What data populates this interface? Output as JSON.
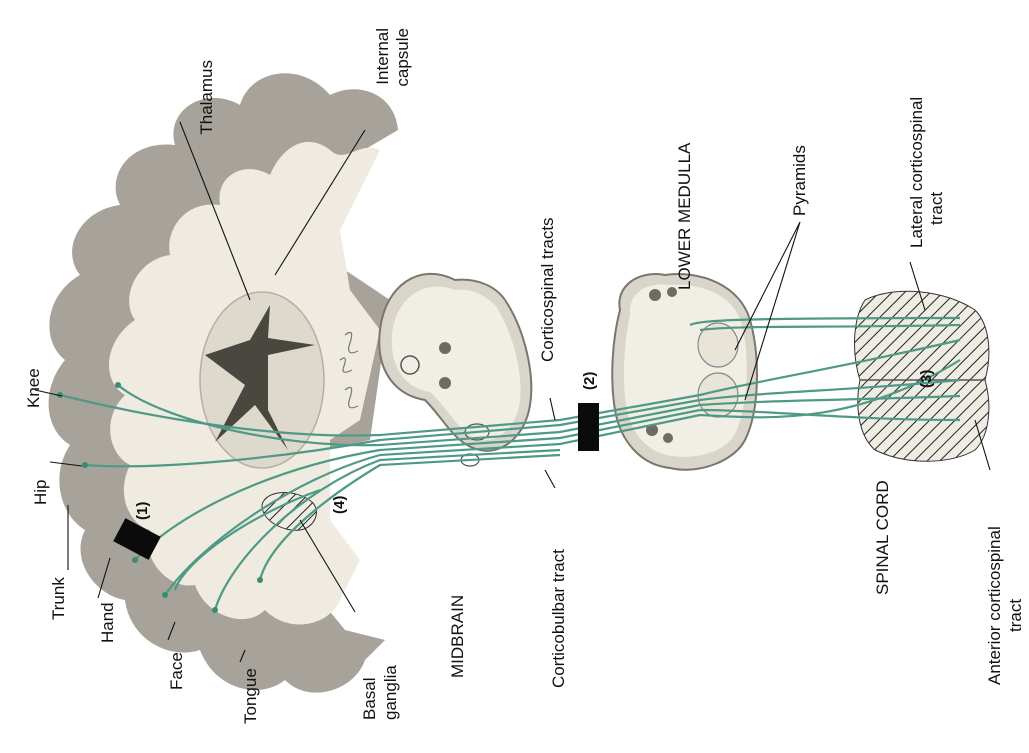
{
  "labels": {
    "thalamus": "Thalamus",
    "internal_capsule_1": "Internal",
    "internal_capsule_2": "capsule",
    "knee": "Knee",
    "hip": "Hip",
    "trunk": "Trunk",
    "hand": "Hand",
    "face": "Face",
    "tongue": "Tongue",
    "basal_ganglia_1": "Basal",
    "basal_ganglia_2": "ganglia",
    "midbrain": "MIDBRAIN",
    "corticobulbar": "Corticobulbar tract",
    "corticospinal": "Corticospinal tracts",
    "lower_medulla": "LOWER MEDULLA",
    "pyramids": "Pyramids",
    "lateral_cs_1": "Lateral corticospinal",
    "lateral_cs_2": "tract",
    "spinal_cord": "SPINAL CORD",
    "anterior_cs_1": "Anterior corticospinal",
    "anterior_cs_2": "tract"
  },
  "lesions": {
    "l1": "(1)",
    "l2": "(2)",
    "l3": "(3)",
    "l4": "(4)"
  },
  "colors": {
    "tract": "#4e9a86",
    "cortex": "#a7a39b",
    "white_matter": "#efebe0",
    "lesion_block": "#0b0b0b"
  }
}
